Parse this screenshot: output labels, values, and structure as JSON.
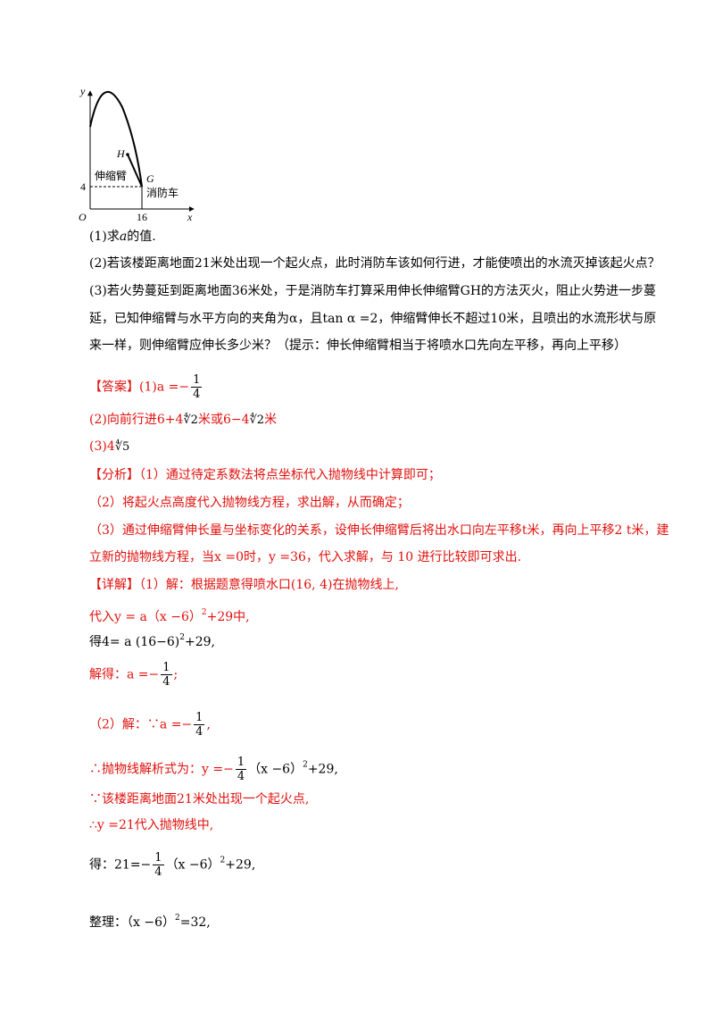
{
  "figure": {
    "y_axis": "y",
    "x_axis": "x",
    "origin": "O",
    "tick_y": "4",
    "tick_x": "16",
    "label_h": "H",
    "label_g": "G",
    "label_arm": "伸缩臂",
    "label_truck": "消防车"
  },
  "questions": {
    "q1_pre": "(1)求",
    "q1_var": "a",
    "q1_post": "的值.",
    "q2": "(2)若该楼距离地面21米处出现一个起火点，此时消防车该如何行进，才能使喷出的水流灭掉该起火点？",
    "q3_line1": "(3)若火势蔓延到距离地面36米处，于是消防车打算采用伸长伸缩臂GH的方法灭火，阻止火势进一步蔓",
    "q3_line2": "延，已知伸缩臂与水平方向的夹角为α，且tan α =2，伸缩臂伸长不超过10米，且喷出的水流形状与原",
    "q3_line3": "来一样，则伸缩臂应伸长多少米？（提示：伸长伸缩臂相当于将喷水口先向左平移，再向上平移）"
  },
  "answer": {
    "tag": "【答案】",
    "a1_pre": "(1)a =−",
    "frac_num": "1",
    "frac_den": "4",
    "a2_a": "(2)向前行进6+4",
    "a2_rad1": "∜2",
    "a2_b": "米或6−4",
    "a2_rad2": "∜2",
    "a2_c": "米",
    "a3_a": "(3)4",
    "a3_rad": "∜5"
  },
  "analysis": {
    "tag": "【分析】",
    "line1": "（1）通过待定系数法将点坐标代入抛物线中计算即可；",
    "line2": "（2）将起火点高度代入抛物线方程，求出解，从而确定；",
    "line3": "（3）通过伸缩臂伸长量与坐标变化的关系，设伸长伸缩臂后将出水口向左平移t米，再向上平移2 t米，建",
    "line4": "立新的抛物线方程，当x =0时，y =36，代入求解，与 10 进行比较即可求出."
  },
  "detail": {
    "tag": "【详解】",
    "l1": "（1）解：根据题意得喷水口(16, 4)在抛物线上,",
    "l2_a": "代入y = a（x −6）",
    "l2_sup": "2",
    "l2_b": "+29中,",
    "l3_a": "得4= a (16−6)",
    "l3_sup": "2",
    "l3_b": "+29,",
    "l4": "解得：a =−",
    "l5": "（2）解：∵a =−",
    "l5_end": ",",
    "l6_a": "∴抛物线解析式为：y =−",
    "l6_b": "（x −6）",
    "l6_sup": "2",
    "l6_c": "+29,",
    "l7": "∵该楼距离地面21米处出现一个起火点,",
    "l8": "∴y =21代入抛物线中,",
    "l9_a": "得：21=−",
    "l9_b": "（x −6）",
    "l9_sup": "2",
    "l9_c": "+29,",
    "l10_a": "整理：（x −6）",
    "l10_sup": "2",
    "l10_b": "=32,"
  }
}
